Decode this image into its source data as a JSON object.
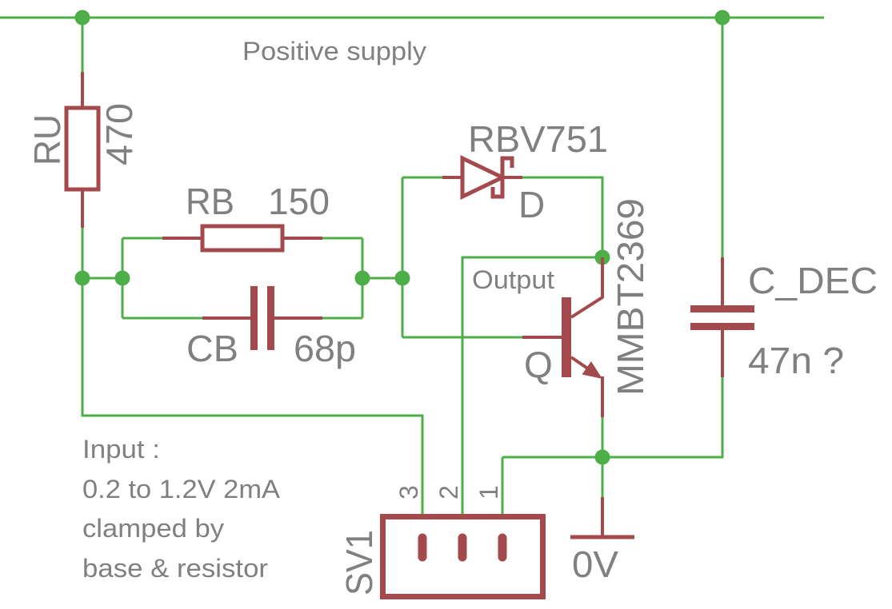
{
  "colors": {
    "background": "#ffffff",
    "wire": "#4eae47",
    "symbol": "#a44a4c",
    "text": "#808080"
  },
  "nets": {
    "positive_supply": "Positive supply",
    "output": "Output"
  },
  "components": {
    "ru": {
      "name": "RU",
      "value": "470"
    },
    "rb": {
      "name": "RB",
      "value": "150"
    },
    "cb": {
      "name": "CB",
      "value": "68p"
    },
    "d": {
      "name": "D",
      "value": "RBV751"
    },
    "q": {
      "name": "Q",
      "value": "MMBT2369"
    },
    "c_dec": {
      "name": "C_DEC",
      "value": "47n ?"
    },
    "sv1": {
      "name": "SV1",
      "pins": [
        "3",
        "2",
        "1"
      ]
    },
    "ground": {
      "value": "0V"
    }
  },
  "note": {
    "lines": [
      "Input :",
      "0.2 to 1.2V 2mA",
      "clamped by",
      "base & resistor"
    ]
  }
}
